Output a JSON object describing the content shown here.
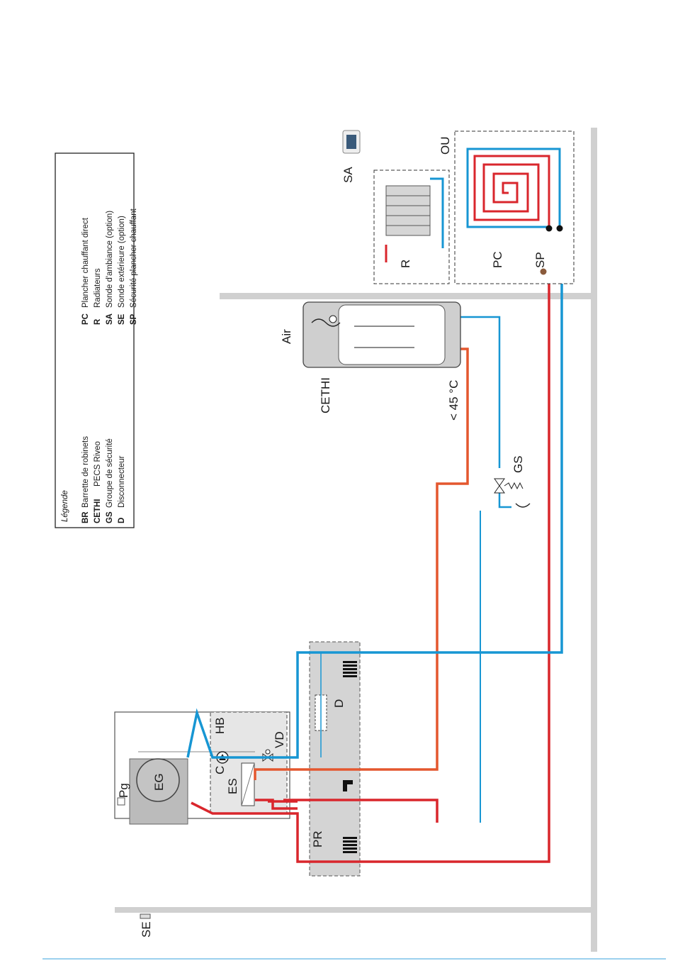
{
  "colors": {
    "hot": "#d9262c",
    "ecs": "#e4572e",
    "cold": "#1796d3",
    "wall": "#d0d0d0",
    "zone": "#d4d4d4",
    "probe": "#8a5a3b",
    "footer_line": "#3aa3dc"
  },
  "legend": {
    "title": "Légende",
    "items": [
      {
        "code": "BR",
        "text": "Barrette de robinets"
      },
      {
        "code": "CETHI",
        "text": "PECS Riveo"
      },
      {
        "code": "GS",
        "text": "Groupe de sécurité"
      },
      {
        "code": "D",
        "text": "Disconnecteur"
      },
      {
        "code": "PC",
        "text": "Plancher chauffant direct"
      },
      {
        "code": "R",
        "text": "Radiateurs"
      },
      {
        "code": "SA",
        "text": "Sonde d'ambiance (option)"
      },
      {
        "code": "SE",
        "text": "Sonde extérieure (option)"
      },
      {
        "code": "SP",
        "text": "Sécurité plancher chauffant"
      }
    ]
  },
  "labels": {
    "pg": "Pg",
    "eg": "EG",
    "hb": "HB",
    "c": "C",
    "es": "ES",
    "vd": "VD",
    "d": "D",
    "pr": "PR",
    "se": "SE",
    "sa": "SA",
    "r": "R",
    "ou": "OU",
    "pc": "PC",
    "sp": "SP",
    "air": "Air",
    "cethi": "CETHI",
    "temp": "< 45 °C",
    "gs": "GS"
  },
  "icons": [
    "thermostat-icon",
    "radiator-icon",
    "tap-icon",
    "pump-icon",
    "valve-icon",
    "drain-funnel-icon"
  ]
}
